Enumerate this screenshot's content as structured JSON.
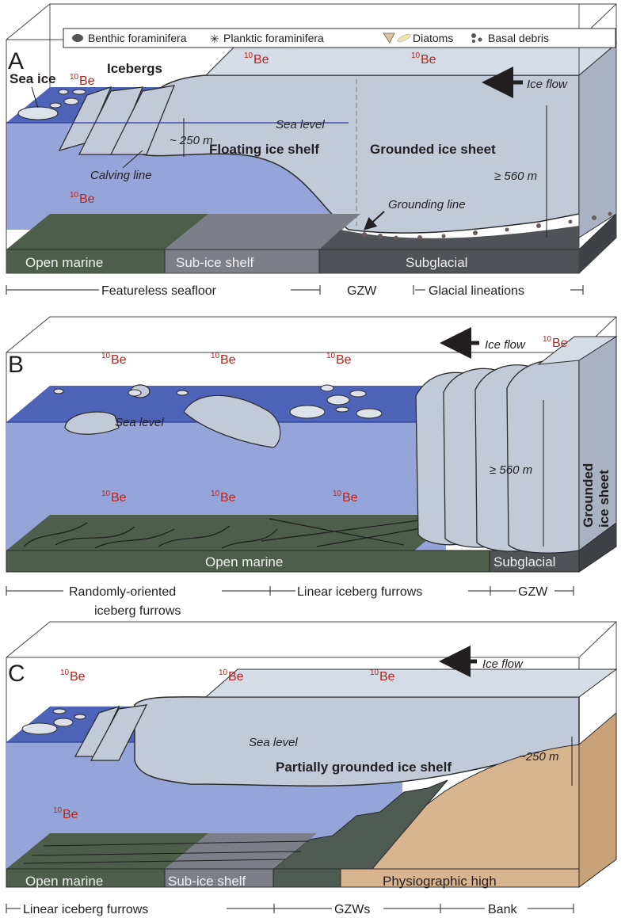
{
  "colors": {
    "water_top": "#4f64b8",
    "water_front": "#96a5d9",
    "ice": "#c2cad9",
    "ice_edge": "#2b2b2b",
    "seafloor_green": "#4d5f4a",
    "sub_ice_gray": "#7d7f88",
    "subglacial_dark": "#4f5257",
    "bank_tan": "#d8b58f",
    "be10_red": "#b5241f"
  },
  "be_label": {
    "sup": "10",
    "main": "Be"
  },
  "legend": {
    "benthic": "Benthic foraminifera",
    "planktic": "Planktic foraminifera",
    "diatoms": "Diatoms",
    "basal": "Basal debris"
  },
  "panel_a": {
    "letter": "A",
    "sea_ice": "Sea ice",
    "icebergs": "Icebergs",
    "ice_flow": "Ice flow",
    "sea_level": "Sea level",
    "depth_shelf": "~ 250 m",
    "floating": "Floating ice shelf",
    "grounded": "Grounded ice sheet",
    "calving": "Calving line",
    "depth_grounded": "≥ 560 m",
    "grounding_line": "Grounding line",
    "zones": [
      "Open marine",
      "Sub-ice shelf",
      "Subglacial"
    ],
    "scale": [
      "Featureless seafloor",
      "GZW",
      "Glacial lineations"
    ]
  },
  "panel_b": {
    "letter": "B",
    "ice_flow": "Ice flow",
    "sea_level": "Sea level",
    "depth": "≥ 560 m",
    "grounded_1": "Grounded",
    "grounded_2": "ice sheet",
    "zones": [
      "Open marine",
      "Subglacial"
    ],
    "scale_1a": "Randomly-oriented",
    "scale_1b": "iceberg furrows",
    "scale_2": "Linear iceberg furrows",
    "scale_3": "GZW"
  },
  "panel_c": {
    "letter": "C",
    "ice_flow": "Ice flow",
    "sea_level": "Sea level",
    "depth": "~250 m",
    "partially": "Partially grounded ice shelf",
    "zones": [
      "Open marine",
      "Sub-ice shelf",
      "Physiographic high"
    ],
    "scale": [
      "Linear iceberg furrows",
      "GZWs",
      "Bank"
    ]
  }
}
